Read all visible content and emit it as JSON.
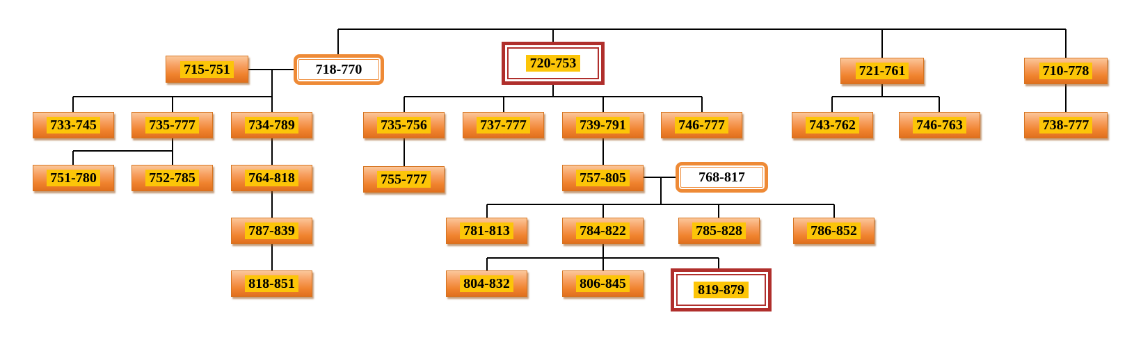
{
  "nodes": [
    {
      "id": "n720_753",
      "label": "720-753",
      "style": "red"
    },
    {
      "id": "n715_751",
      "label": "715-751",
      "style": "orange"
    },
    {
      "id": "n718_770",
      "label": "718-770",
      "style": "white"
    },
    {
      "id": "n721_761",
      "label": "721-761",
      "style": "orange"
    },
    {
      "id": "n710_778",
      "label": "710-778",
      "style": "orange"
    },
    {
      "id": "n733_745",
      "label": "733-745",
      "style": "orange"
    },
    {
      "id": "n735_777a",
      "label": "735-777",
      "style": "orange"
    },
    {
      "id": "n734_789",
      "label": "734-789",
      "style": "orange"
    },
    {
      "id": "n751_780",
      "label": "751-780",
      "style": "orange"
    },
    {
      "id": "n752_785",
      "label": "752-785",
      "style": "orange"
    },
    {
      "id": "n764_818",
      "label": "764-818",
      "style": "orange"
    },
    {
      "id": "n787_839",
      "label": "787-839",
      "style": "orange"
    },
    {
      "id": "n818_851",
      "label": "818-851",
      "style": "orange"
    },
    {
      "id": "n735_756",
      "label": "735-756",
      "style": "orange"
    },
    {
      "id": "n737_777",
      "label": "737-777",
      "style": "orange"
    },
    {
      "id": "n739_791",
      "label": "739-791",
      "style": "orange"
    },
    {
      "id": "n746_777",
      "label": "746-777",
      "style": "orange"
    },
    {
      "id": "n755_777",
      "label": "755-777",
      "style": "orange"
    },
    {
      "id": "n757_805",
      "label": "757-805",
      "style": "orange"
    },
    {
      "id": "n768_817",
      "label": "768-817",
      "style": "white"
    },
    {
      "id": "n781_813",
      "label": "781-813",
      "style": "orange"
    },
    {
      "id": "n784_822",
      "label": "784-822",
      "style": "orange"
    },
    {
      "id": "n785_828",
      "label": "785-828",
      "style": "orange"
    },
    {
      "id": "n786_852",
      "label": "786-852",
      "style": "orange"
    },
    {
      "id": "n804_832",
      "label": "804-832",
      "style": "orange"
    },
    {
      "id": "n806_845",
      "label": "806-845",
      "style": "orange"
    },
    {
      "id": "n819_879",
      "label": "819-879",
      "style": "red"
    },
    {
      "id": "n743_762",
      "label": "743-762",
      "style": "orange"
    },
    {
      "id": "n746_763",
      "label": "746-763",
      "style": "orange"
    },
    {
      "id": "n738_777",
      "label": "738-777",
      "style": "orange"
    }
  ],
  "edges": [
    [
      "n720_753",
      "n718_770"
    ],
    [
      "n720_753",
      "n721_761"
    ],
    [
      "n720_753",
      "n710_778"
    ],
    [
      "n718_770",
      "n715_751"
    ],
    [
      "n718_770",
      "n733_745"
    ],
    [
      "n718_770",
      "n735_777a"
    ],
    [
      "n718_770",
      "n734_789"
    ],
    [
      "n735_777a",
      "n751_780"
    ],
    [
      "n735_777a",
      "n752_785"
    ],
    [
      "n734_789",
      "n764_818"
    ],
    [
      "n764_818",
      "n787_839"
    ],
    [
      "n787_839",
      "n818_851"
    ],
    [
      "n720_753",
      "n735_756"
    ],
    [
      "n720_753",
      "n737_777"
    ],
    [
      "n720_753",
      "n739_791"
    ],
    [
      "n720_753",
      "n746_777"
    ],
    [
      "n735_756",
      "n755_777"
    ],
    [
      "n739_791",
      "n757_805"
    ],
    [
      "n757_805",
      "n768_817"
    ],
    [
      "n768_817",
      "n781_813"
    ],
    [
      "n768_817",
      "n784_822"
    ],
    [
      "n768_817",
      "n785_828"
    ],
    [
      "n768_817",
      "n786_852"
    ],
    [
      "n784_822",
      "n804_832"
    ],
    [
      "n784_822",
      "n806_845"
    ],
    [
      "n784_822",
      "n819_879"
    ],
    [
      "n721_761",
      "n743_762"
    ],
    [
      "n721_761",
      "n746_763"
    ],
    [
      "n710_778",
      "n738_777"
    ]
  ]
}
